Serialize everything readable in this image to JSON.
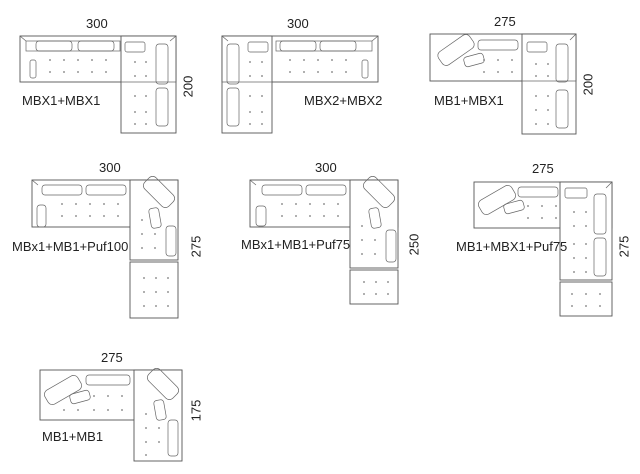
{
  "diagrams": [
    {
      "label": "MBX1+MBX1",
      "dims": [
        "300",
        "200"
      ]
    },
    {
      "label": "MBX2+MBX2",
      "dims": [
        "300"
      ]
    },
    {
      "label": "MB1+MBX1",
      "dims": [
        "275",
        "200"
      ]
    },
    {
      "label": "MBx1+MB1+Puf100",
      "dims": [
        "300",
        "275"
      ]
    },
    {
      "label": "MBx1+MB1+Puf75",
      "dims": [
        "300",
        "250"
      ]
    },
    {
      "label": "MB1+MBX1+Puf75",
      "dims": [
        "275",
        "275"
      ]
    },
    {
      "label": "MB1+MB1",
      "dims": [
        "275",
        "175"
      ]
    }
  ]
}
